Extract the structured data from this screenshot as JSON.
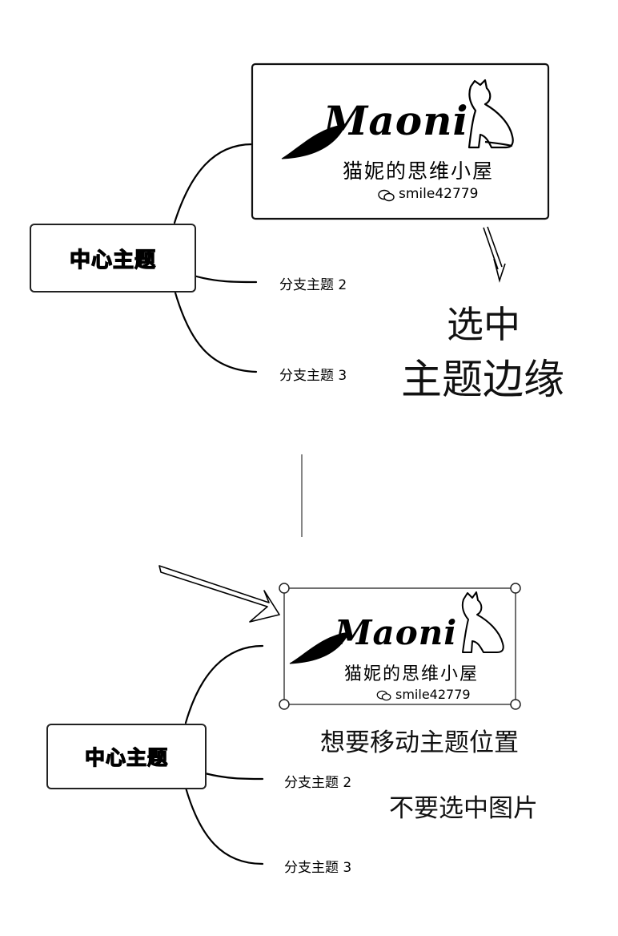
{
  "top": {
    "center_topic": "中心主题",
    "branch2": "分支主题 2",
    "branch3": "分支主题 3",
    "image": {
      "brand": "Maoni",
      "tagline": "猫妮的思维小屋",
      "handle": "smile42779"
    },
    "annotation_line1": "选中",
    "annotation_line2": "主题边缘"
  },
  "bottom": {
    "center_topic": "中心主题",
    "branch2": "分支主题 2",
    "branch3": "分支主题 3",
    "image": {
      "brand": "Maoni",
      "tagline": "猫妮的思维小屋",
      "handle": "smile42779"
    },
    "annotation_line1": "想要移动主题位置",
    "annotation_line2": "不要选中图片"
  },
  "icons": [
    "wechat-icon",
    "cat-silhouette-icon",
    "arrow-icon"
  ]
}
